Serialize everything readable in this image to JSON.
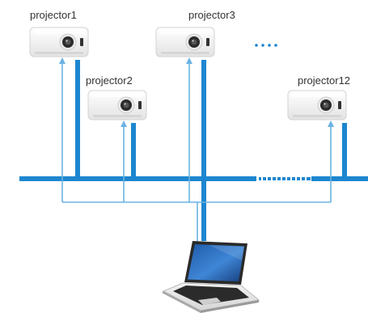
{
  "projectors": [
    {
      "label": "projector1"
    },
    {
      "label": "projector3"
    },
    {
      "label": "projector2"
    },
    {
      "label": "projector12"
    }
  ],
  "ellipsis": "…",
  "colors": {
    "network_line": "#1d86d0",
    "signal_line": "#6bb3e3",
    "projector_body": "#f2f2f2",
    "label_text": "#333333"
  },
  "icons": {
    "projector": "projector-icon",
    "laptop": "laptop-icon",
    "arrow": "arrow-up-icon"
  }
}
